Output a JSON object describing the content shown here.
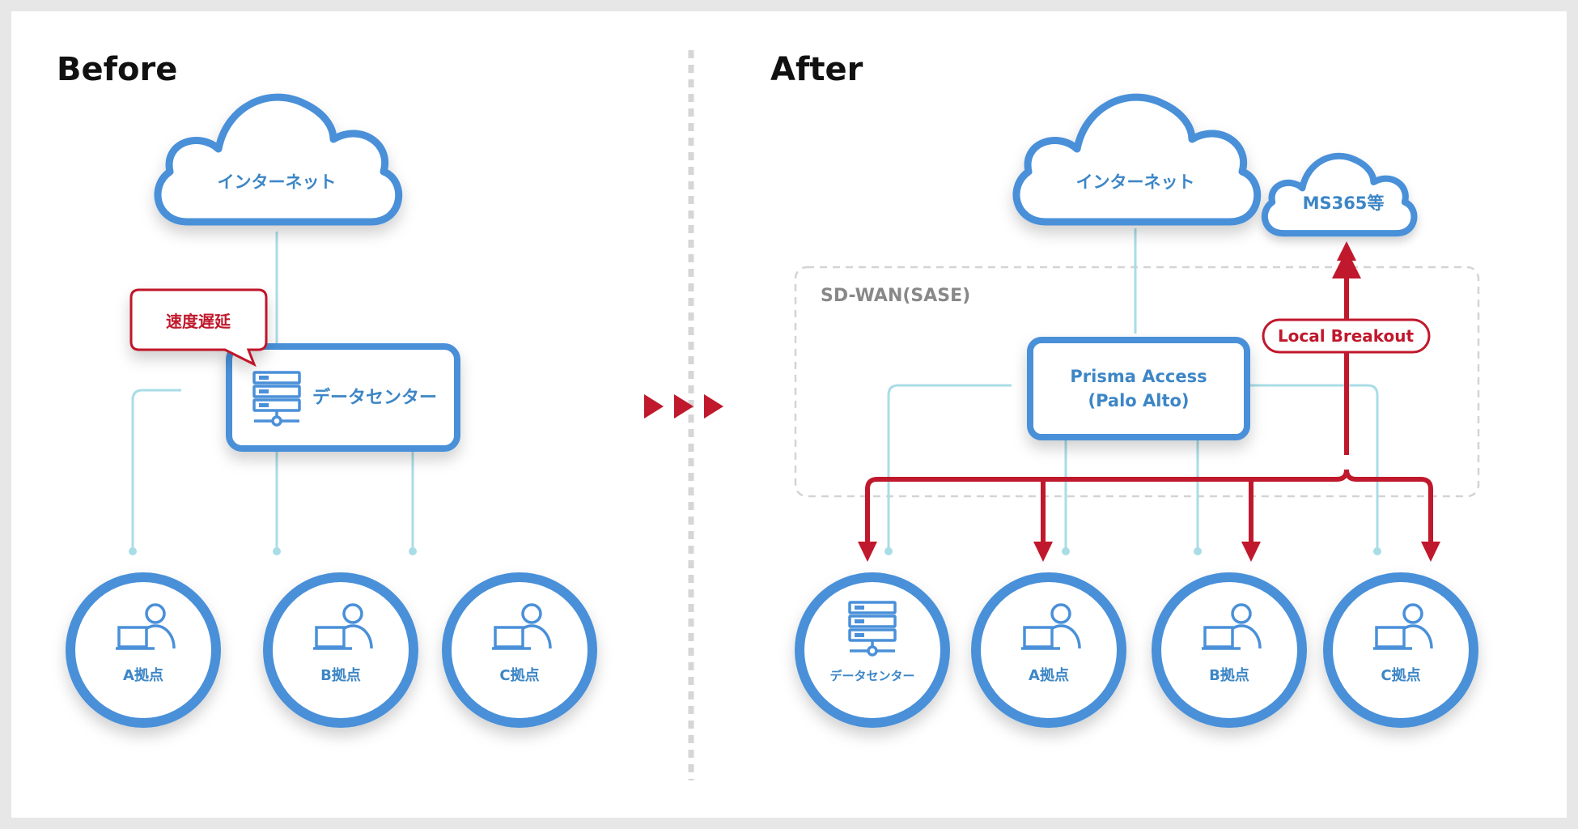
{
  "before": {
    "heading": "Before",
    "cloud_label": "インターネット",
    "datacenter_label": "データセンター",
    "callout_label": "速度遅延",
    "sites": [
      "A拠点",
      "B拠点",
      "C拠点"
    ]
  },
  "after": {
    "heading": "After",
    "cloud_label": "インターネット",
    "ms365_label": "MS365等",
    "sdwan_label": "SD-WAN(SASE)",
    "prisma_line1": "Prisma Access",
    "prisma_line2": "(Palo Alto)",
    "breakout_label": "Local Breakout",
    "nodes": [
      "データセンター",
      "A拠点",
      "B拠点",
      "C拠点"
    ]
  },
  "colors": {
    "blue": "#4a90d9",
    "light_line": "#a9dde6",
    "red": "#c0182c",
    "text_blue": "#3d86c6"
  }
}
